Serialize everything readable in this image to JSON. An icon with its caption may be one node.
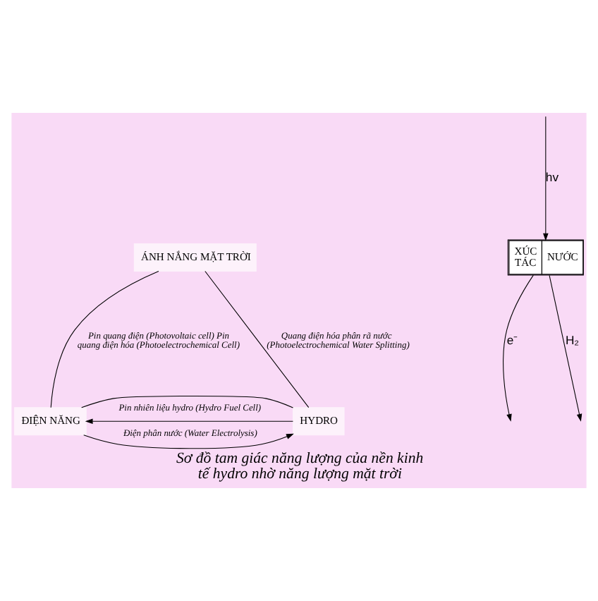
{
  "diagram": {
    "caption": "Sơ đồ tam giác năng lượng của nền kinh tế hydro nhờ năng lượng mặt trời",
    "nodes": [
      {
        "text": [
          "ÁNH NẮNG MẶT TRỜI"
        ]
      },
      {
        "text": [
          "XÚC TÁC",
          "NƯỚC"
        ]
      },
      {
        "text": [
          "ĐIỆN NĂNG"
        ]
      },
      {
        "text": [
          "HYDRO"
        ]
      }
    ],
    "edges": [
      {
        "from": 0,
        "to": 2,
        "arrow": "none",
        "label": "Pin quang điện (Photovoltaic cell) Pin quang điện hóa (Photoelectrochemical Cell)"
      },
      {
        "from": 0,
        "to": 3,
        "arrow": "none",
        "label": "Quang điện hóa phân rã nước (Photoelectrochemical Water Splitting)"
      },
      {
        "from": 2,
        "to": 3,
        "arrow": "none"
      },
      {
        "from": 3,
        "to": 2,
        "arrow": "to",
        "label": "Pin nhiên liệu hydro (Hydro Fuel Cell)"
      },
      {
        "from": 2,
        "to": 3,
        "arrow": "to",
        "label": "Điện phân nước (Water Electrolysis)"
      },
      {
        "from": 1,
        "to": null,
        "arrow": "to",
        "label": "e⁻"
      },
      {
        "from": 1,
        "to": null,
        "arrow": "to",
        "label": "H₂"
      },
      {
        "from": null,
        "to": 1,
        "arrow": "to",
        "label": "hv"
      }
    ]
  }
}
